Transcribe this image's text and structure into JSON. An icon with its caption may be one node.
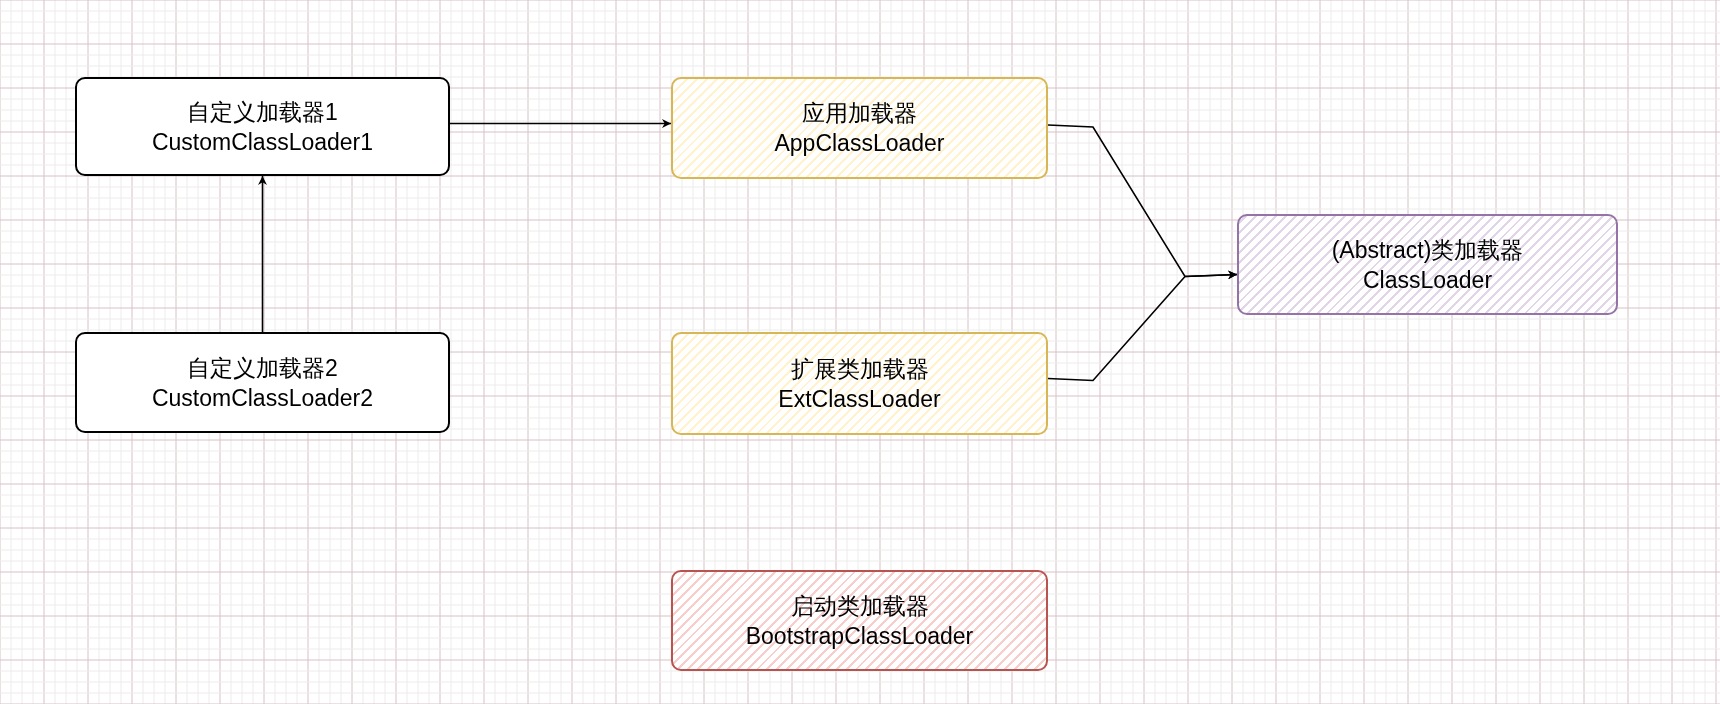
{
  "diagram": {
    "nodes": [
      {
        "text": [
          "自定义加载器1",
          "CustomClassLoader1"
        ]
      },
      {
        "text": [
          "应用加载器",
          "AppClassLoader"
        ]
      },
      {
        "text": [
          "(Abstract)类加载器",
          "ClassLoader"
        ]
      },
      {
        "text": [
          "自定义加载器2",
          "CustomClassLoader2"
        ]
      },
      {
        "text": [
          "扩展类加载器",
          "ExtClassLoader"
        ]
      },
      {
        "text": [
          "启动类加载器",
          "BootstrapClassLoader"
        ]
      }
    ],
    "edges": [
      {
        "from": 0,
        "to": 1,
        "arrow": "to"
      },
      {
        "from": 3,
        "to": 0,
        "arrow": "to"
      },
      {
        "from": 1,
        "to": 2,
        "arrow": "to"
      },
      {
        "from": 4,
        "to": 2,
        "arrow": "to"
      }
    ]
  }
}
